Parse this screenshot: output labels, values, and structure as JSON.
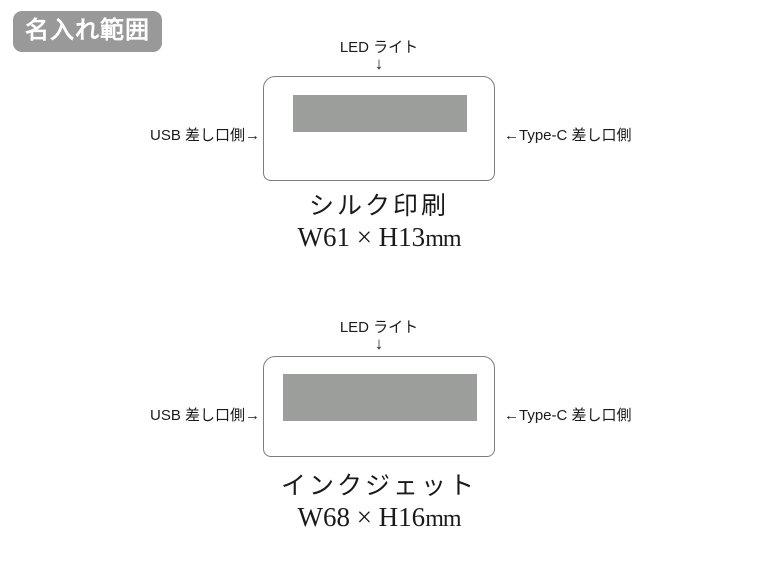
{
  "badge": {
    "label": "名入れ範囲",
    "bg_color": "#999999",
    "text_color": "#ffffff"
  },
  "colors": {
    "print_area_fill": "#9c9e9c",
    "device_outline": "#7d7d7d",
    "text": "#1a1a1a",
    "background": "#ffffff"
  },
  "diagrams": [
    {
      "top_label": "LED ライト",
      "down_arrow": "↓",
      "left_label": "USB 差し口側→",
      "right_label": "←Type-C 差し口側",
      "print_method": "シルク印刷",
      "print_size": "W61 × H13",
      "unit": "mm"
    },
    {
      "top_label": "LED ライト",
      "down_arrow": "↓",
      "left_label": "USB 差し口側→",
      "right_label": "←Type-C 差し口側",
      "print_method": "インクジェット",
      "print_size": "W68 × H16",
      "unit": "mm"
    }
  ]
}
